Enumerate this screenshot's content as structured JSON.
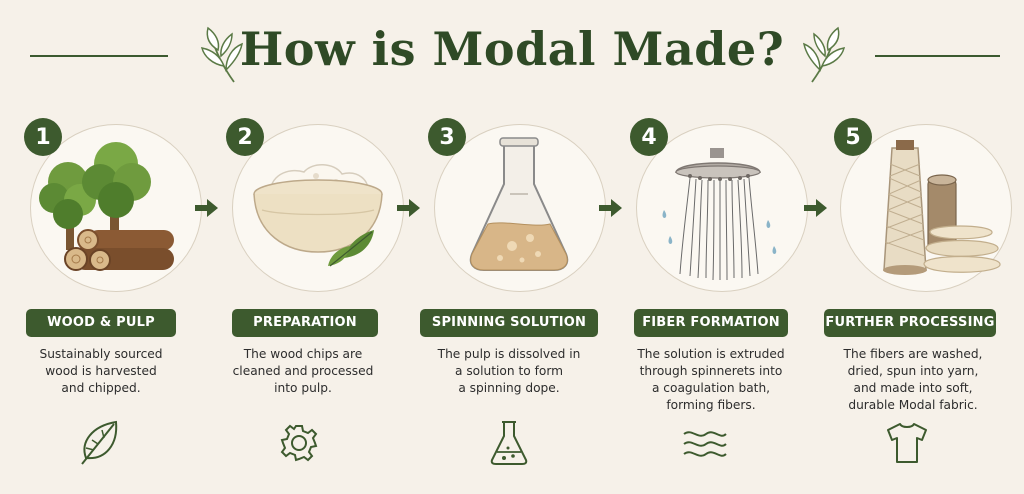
{
  "title": "How is Modal Made?",
  "colors": {
    "accent": "#3d5a2e",
    "background": "#f6f1e9"
  },
  "steps": [
    {
      "number": "1",
      "label": "WOOD & PULP",
      "desc": [
        "Sustainably sourced",
        "wood is harvested",
        "and chipped."
      ],
      "icon": "leaf-icon"
    },
    {
      "number": "2",
      "label": "PREPARATION",
      "desc": [
        "The wood chips are",
        "cleaned and processed",
        "into pulp."
      ],
      "icon": "gear-icon"
    },
    {
      "number": "3",
      "label": "SPINNING SOLUTION",
      "desc": [
        "The pulp is dissolved in",
        "a solution to form",
        "a spinning dope."
      ],
      "icon": "flask-icon"
    },
    {
      "number": "4",
      "label": "FIBER FORMATION",
      "desc": [
        "The solution is extruded",
        "through spinnerets into",
        "a coagulation bath,",
        "forming fibers."
      ],
      "icon": "waves-icon"
    },
    {
      "number": "5",
      "label": "FURTHER PROCESSING",
      "desc": [
        "The fibers are washed,",
        "dried, spun into yarn,",
        "and made into soft,",
        "durable Modal fabric."
      ],
      "icon": "tshirt-icon"
    }
  ]
}
